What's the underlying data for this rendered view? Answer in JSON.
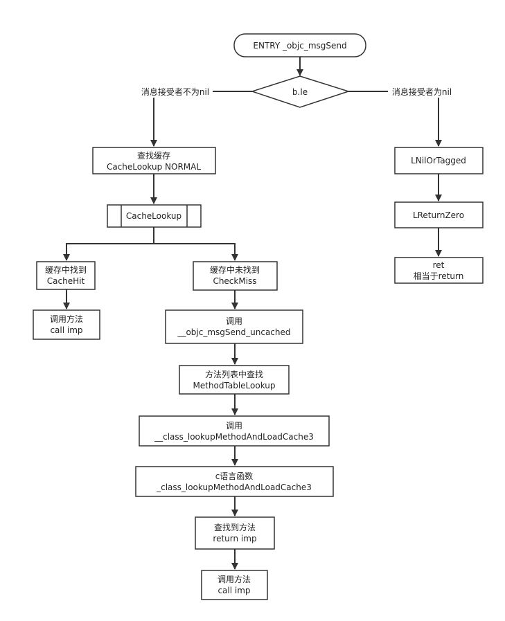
{
  "nodes": {
    "entry": {
      "lines": [
        "ENTRY _objc_msgSend"
      ]
    },
    "decision": {
      "lines": [
        "b.le"
      ]
    },
    "cache_lookup_normal": {
      "lines": [
        "查找缓存",
        "CacheLookup NORMAL"
      ]
    },
    "cache_lookup": {
      "lines": [
        "CacheLookup"
      ]
    },
    "cache_hit": {
      "lines": [
        "缓存中找到",
        "CacheHit"
      ]
    },
    "call_imp_left": {
      "lines": [
        "调用方法",
        "call imp"
      ]
    },
    "check_miss": {
      "lines": [
        "缓存中未找到",
        "CheckMiss"
      ]
    },
    "call_uncached": {
      "lines": [
        "调用",
        "__objc_msgSend_uncached"
      ]
    },
    "method_table_lookup": {
      "lines": [
        "方法列表中查找",
        "MethodTableLookup"
      ]
    },
    "call_class_lookup": {
      "lines": [
        "调用",
        "__class_lookupMethodAndLoadCache3"
      ]
    },
    "c_function": {
      "lines": [
        "c语言函数",
        "_class_lookupMethodAndLoadCache3"
      ]
    },
    "found_method": {
      "lines": [
        "查找到方法",
        "return imp"
      ]
    },
    "call_imp_bottom": {
      "lines": [
        "调用方法",
        "call imp"
      ]
    },
    "nil_or_tagged": {
      "lines": [
        "LNilOrTagged"
      ]
    },
    "return_zero": {
      "lines": [
        "LReturnZero"
      ]
    },
    "ret": {
      "lines": [
        "ret",
        "相当于return"
      ]
    }
  },
  "edge_labels": {
    "not_nil": "消息接受者不为nil",
    "is_nil": "消息接受者为nil"
  },
  "colors": {
    "stroke": "#333333",
    "text": "#222222",
    "fill": "#ffffff"
  }
}
